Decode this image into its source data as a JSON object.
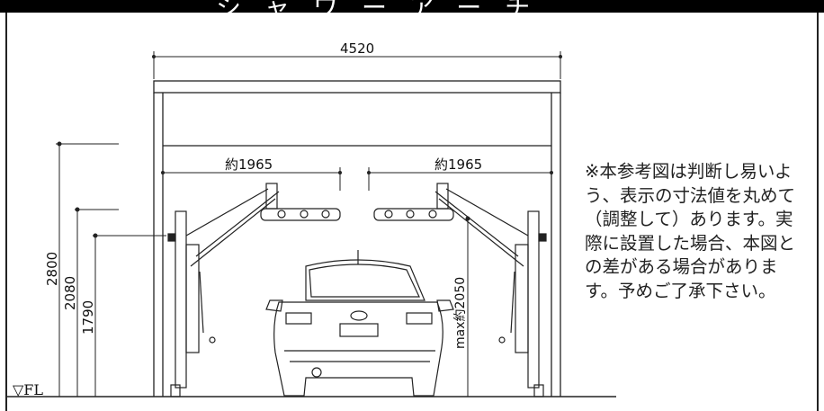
{
  "header": {
    "title": "シャワーアーチ"
  },
  "dimensions": {
    "overall_width": "4520",
    "left_arm_reach": "約1965",
    "right_arm_reach": "約1965",
    "height_total": "2800",
    "height_mid": "2080",
    "height_low": "1790",
    "clearance": "max約2050"
  },
  "floor_label": "▽FL",
  "note": "※本参考図は判断し易いよう、表示の寸法値を丸めて（調整して）あります。実際に設置した場合、本図との差がある場合があります。予めご了承下さい。"
}
